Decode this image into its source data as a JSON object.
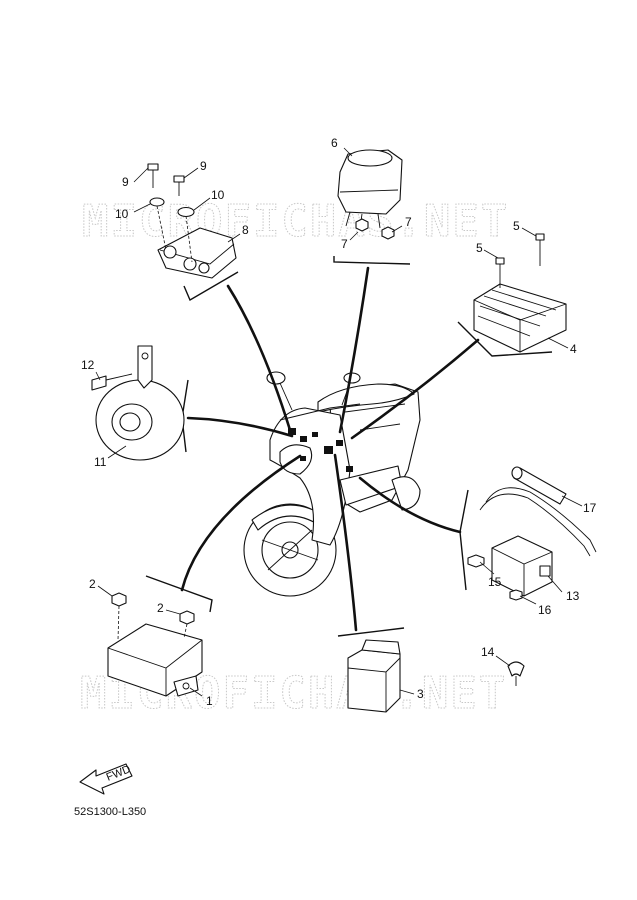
{
  "watermark": "MICROFICHAS.NET",
  "drawing_code": "52S1300-L350",
  "fwd_label": "FWD",
  "callouts": {
    "n1": "1",
    "n2a": "2",
    "n2b": "2",
    "n3": "3",
    "n4": "4",
    "n5a": "5",
    "n5b": "5",
    "n6": "6",
    "n7a": "7",
    "n7b": "7",
    "n8": "8",
    "n9a": "9",
    "n9b": "9",
    "n10a": "10",
    "n10b": "10",
    "n11": "11",
    "n12": "12",
    "n13": "13",
    "n14": "14",
    "n15": "15",
    "n16": "16",
    "n17": "17"
  }
}
